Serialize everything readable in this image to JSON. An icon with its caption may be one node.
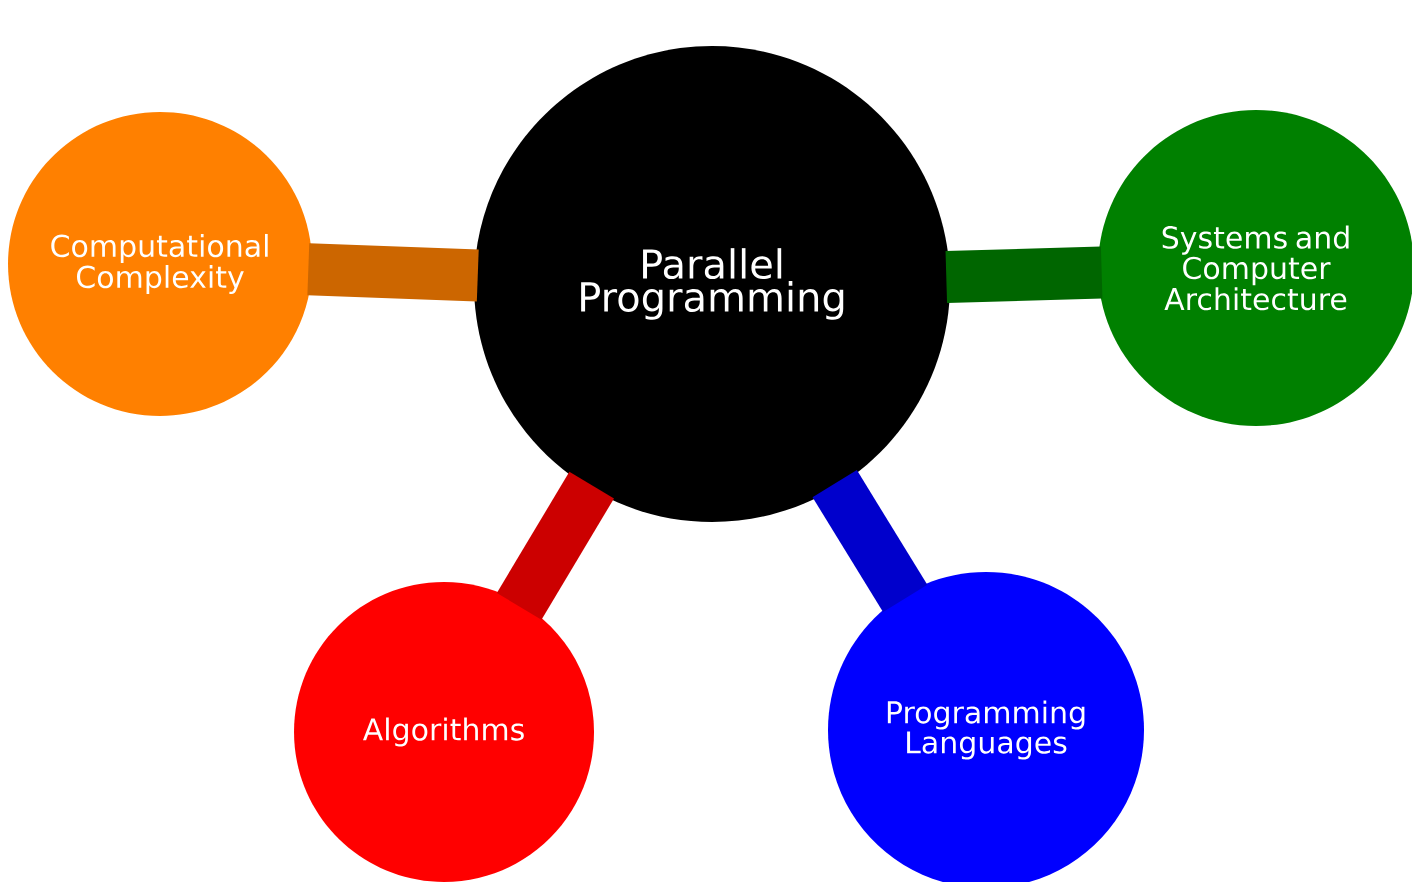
{
  "diagram": {
    "nodes": [
      {
        "text": [
          "Parallel Programming"
        ]
      },
      {
        "text": [
          "Computational Complexity"
        ]
      },
      {
        "text": [
          "Systems and Computer Architecture"
        ]
      },
      {
        "text": [
          "Algorithms"
        ]
      },
      {
        "text": [
          "Programming Languages"
        ]
      }
    ],
    "edges": [
      {
        "from": 0,
        "to": 1,
        "arrow": "none",
        "color": "#cc6600"
      },
      {
        "from": 0,
        "to": 2,
        "arrow": "none",
        "color": "#006600"
      },
      {
        "from": 0,
        "to": 3,
        "arrow": "none",
        "color": "#cc0000"
      },
      {
        "from": 0,
        "to": 4,
        "arrow": "none",
        "color": "#0000cc"
      }
    ]
  }
}
